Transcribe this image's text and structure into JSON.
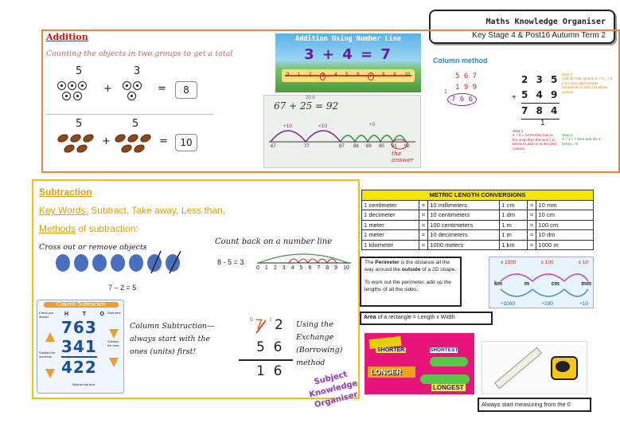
{
  "header": {
    "title": "Maths Knowledge Organiser",
    "subtitle": "Key Stage 4 & Post16 Autumn Term 2"
  },
  "addition": {
    "heading": "Addition",
    "instruction": "Counting the objects in two groups to get a total",
    "example1": {
      "a": "5",
      "b": "3",
      "plus": "+",
      "eq": "=",
      "answer": "8"
    },
    "example2": {
      "a": "5",
      "b": "5",
      "plus": "+",
      "eq": "=",
      "answer": "10"
    },
    "number_line": {
      "title": "Addition Using Number Line",
      "equation": "3 + 4 = 7",
      "ticks": [
        "0",
        "1",
        "2",
        "3",
        "4",
        "5",
        "6",
        "7",
        "8",
        "9",
        "10"
      ]
    },
    "whiteboard": {
      "sum": "67 + 25 = 92",
      "jump_labels": [
        "+10",
        "+10",
        "+5"
      ],
      "top_label": "20 5",
      "stops": [
        "67",
        "77",
        "87",
        "88",
        "89",
        "90",
        "91",
        "92"
      ],
      "note": "the answer"
    },
    "column_method": {
      "title": "Column method",
      "left_calc": [
        "5 6 7",
        "1 9 9",
        "7 6 6"
      ],
      "left_carry": "1",
      "right_calc": [
        "2 3 5",
        "5 4 9",
        "7 8 4"
      ],
      "right_carry": "1",
      "step1_label": "Step 1",
      "step1": "5 + 9 = 14 Put the four in the units then the tens ( 1) below to add on in the next column",
      "step2_label": "Step 2.",
      "step2": "3 + 4 + 7 then add the 1 below = 8",
      "step3_label": "Step 3",
      "step3": "Add the last column 2 + 5 = 7 If it is a two digit number remember to write the whole answer"
    }
  },
  "subtraction": {
    "heading": "Subtraction",
    "keywords_label": "Key Words:",
    "keywords": "Subtract, Take away, Less than,",
    "methods_label": "Methods",
    "methods_suffix": " of subtraction:",
    "cross_out": "Cross out  or remove objects",
    "cross_sum": "7 – 2 = 5",
    "count_back": "Count back on a number line",
    "count_sum": "8 - 5 = 3",
    "count_ticks": [
      "0",
      "1",
      "2",
      "3",
      "4",
      "5",
      "6",
      "7",
      "8",
      "9",
      "10"
    ],
    "column_img": {
      "title": "Column Subtraction",
      "headers": [
        "H",
        "T",
        "O"
      ],
      "rows": [
        "763",
        "341",
        "422"
      ],
      "side_notes": [
        "Check you answer",
        "Start here",
        "Subtract the hundreds",
        "Subtract the ones"
      ],
      "bottom_note": "Subtract the tens"
    },
    "column_text": "Column Subtraction— always start with the ones (units) first!",
    "exchange": {
      "top_small_left": "6",
      "top_tens": "7",
      "top_small_right": "1",
      "top_ones": "2",
      "middle": "5  6",
      "result": "1  6",
      "caption": "Using the Exchange (Borrowing) method"
    }
  },
  "stamp": "Subject Knowledge Organiser",
  "metric": {
    "title": "METRIC LENGTH CONVERSIONS",
    "rows": [
      [
        "1 centimeter",
        "=",
        "10 millimeters",
        "1 cm",
        "=",
        "10 mm"
      ],
      [
        "1 decimeter",
        "=",
        "10 centimeters",
        "1 dm",
        "=",
        "10 cm"
      ],
      [
        "1 meter",
        "=",
        "100 centimeters",
        "1 m",
        "=",
        "100 cm"
      ],
      [
        "1 meter",
        "=",
        "10 decimeters",
        "1 m",
        "=",
        "10 dm"
      ],
      [
        "1 kilometer",
        "=",
        "1000 meters",
        "1 km",
        "=",
        "1000 m"
      ]
    ]
  },
  "perimeter": {
    "p1a": "The ",
    "p1b": "Perimeter",
    "p1c": " is the distance all the way around the ",
    "p1d": "outside",
    "p1e": " of a 2D shape.",
    "p2": "To work out the perimeter, add up the lengths of all the sides."
  },
  "conversion": {
    "top": [
      "x 1000",
      "x 100",
      "x 10"
    ],
    "units": [
      "km",
      "m",
      "cm",
      "mm"
    ],
    "bottom": [
      "÷1000",
      "÷100",
      "÷10"
    ]
  },
  "area": {
    "label": "Area",
    "rest": " of a rectangle = Length x Width"
  },
  "length_img": {
    "shorter": "SHORTER",
    "shortest": "SHORTEST",
    "longer": "LONGER",
    "longest": "LONGEST"
  },
  "measure_note": "Always start measuring from the 0",
  "colors": {
    "orange": "#e38a3a",
    "yellow": "#f2c012",
    "red": "#d11111",
    "blue": "#1a4fa0",
    "metric_header": "#f5e400"
  }
}
